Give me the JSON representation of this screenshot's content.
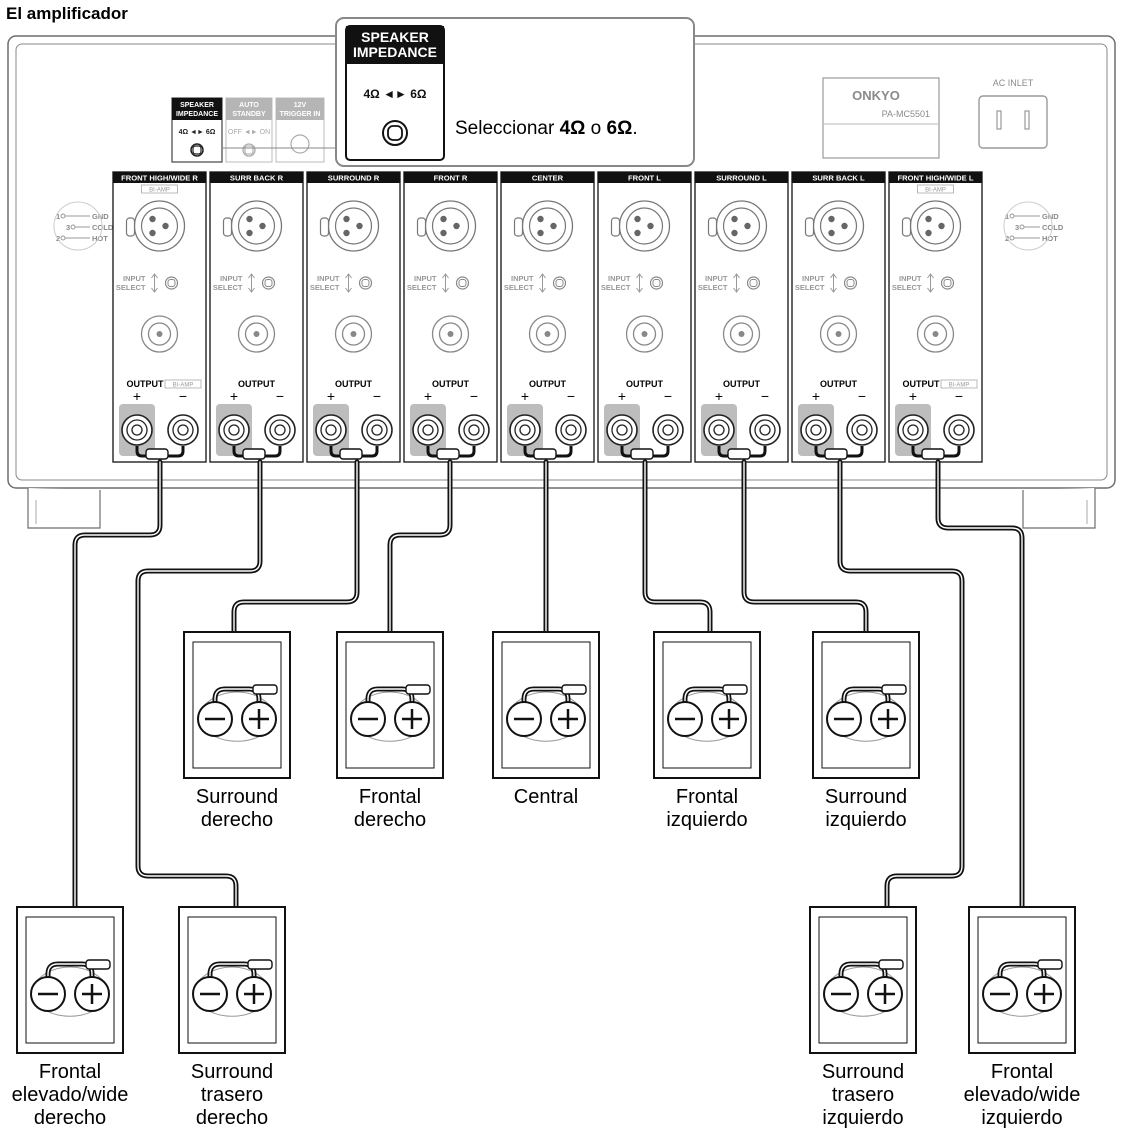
{
  "heading": "El amplificador",
  "brand": {
    "logo": "ONKYO",
    "model": "PA-MC5501"
  },
  "ac_inlet": "AC INLET",
  "callout": {
    "title_line1": "SPEAKER",
    "title_line2": "IMPEDANCE",
    "switch_text": "4Ω ◄► 6Ω",
    "note_prefix": "Seleccionar ",
    "note_opt1": "4Ω",
    "note_mid": " o ",
    "note_opt2": "6Ω",
    "note_suffix": "."
  },
  "small_switches": {
    "impedance_line1": "SPEAKER",
    "impedance_line2": "IMPEDANCE",
    "impedance_switch": "4Ω ◄► 6Ω",
    "auto_line1": "AUTO",
    "auto_line2": "STANDBY",
    "auto_switch": "OFF ◄► ON",
    "trigger_line1": "12V",
    "trigger_line2": "TRIGGER IN"
  },
  "xlr_legend": {
    "pin1": "1",
    "pin3": "3",
    "pin2": "2",
    "gnd": "GND",
    "cold": "COLD",
    "hot": "HOT"
  },
  "panel_texts": {
    "bi_amp": "BI-AMP",
    "input_line1": "INPUT",
    "input_line2": "SELECT",
    "output": "OUTPUT",
    "plus": "+",
    "minus": "−"
  },
  "channels": [
    {
      "label": "FRONT HIGH/WIDE R",
      "bi_amp": true
    },
    {
      "label": "SURR BACK R",
      "bi_amp": false
    },
    {
      "label": "SURROUND R",
      "bi_amp": false
    },
    {
      "label": "FRONT R",
      "bi_amp": false
    },
    {
      "label": "CENTER",
      "bi_amp": false
    },
    {
      "label": "FRONT L",
      "bi_amp": false
    },
    {
      "label": "SURROUND L",
      "bi_amp": false
    },
    {
      "label": "SURR BACK L",
      "bi_amp": false
    },
    {
      "label": "FRONT HIGH/WIDE L",
      "bi_amp": true
    }
  ],
  "speakers": [
    {
      "label_lines": [
        "Surround",
        "derecho"
      ]
    },
    {
      "label_lines": [
        "Frontal",
        "derecho"
      ]
    },
    {
      "label_lines": [
        "Central"
      ]
    },
    {
      "label_lines": [
        "Frontal",
        "izquierdo"
      ]
    },
    {
      "label_lines": [
        "Surround",
        "izquierdo"
      ]
    },
    {
      "label_lines": [
        "Frontal",
        "elevado/wide",
        "derecho"
      ]
    },
    {
      "label_lines": [
        "Surround",
        "trasero",
        "derecho"
      ]
    },
    {
      "label_lines": [
        "Surround",
        "trasero",
        "izquierdo"
      ]
    },
    {
      "label_lines": [
        "Frontal",
        "elevado/wide",
        "izquierdo"
      ]
    }
  ]
}
